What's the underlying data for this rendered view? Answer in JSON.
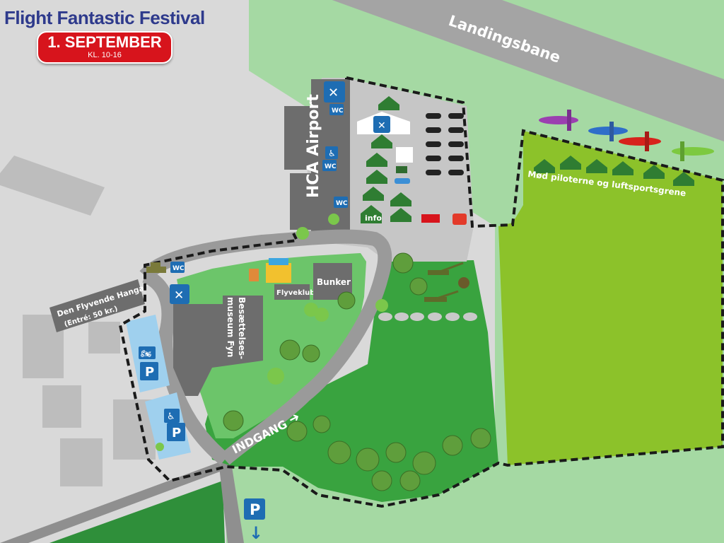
{
  "header": {
    "title": "Flight Fantastic Festival",
    "date": "1. SEPTEMBER",
    "time": "KL. 10-16"
  },
  "labels": {
    "runway": "Landingsbane",
    "airport": "HCA Airport",
    "pilots": "Mød piloterne og luftsportsgrene",
    "hangar_line1": "Den Flyvende Hangar",
    "hangar_line2": "(Entré: 50 kr.)",
    "museum_line1": "Besættelses-",
    "museum_line2": "museum Fyn",
    "flyveklub": "Flyveklub",
    "bunker": "Bunker",
    "entrance": "INDGANG",
    "info": "info",
    "wc": "WC",
    "parking": "P"
  },
  "colors": {
    "road": "#9a9a9a",
    "light_green": "#a5d9a3",
    "lime_field": "#8cc22a",
    "dark_green": "#3a9a3c",
    "tent": "#2f7d32",
    "parking_blue": "#9fd0ee",
    "icon_blue": "#1e6db3",
    "title_blue": "#2e3a8c",
    "badge_red": "#d7141c"
  },
  "icons": [
    "restaurant-icon",
    "wc-icon",
    "wheelchair-icon",
    "parking-icon",
    "motorcycle-icon",
    "first-aid-icon",
    "fire-truck-icon",
    "tank-icon",
    "cannon-icon",
    "bouncy-castle-icon",
    "airplane-icon",
    "motorbike-icon"
  ]
}
